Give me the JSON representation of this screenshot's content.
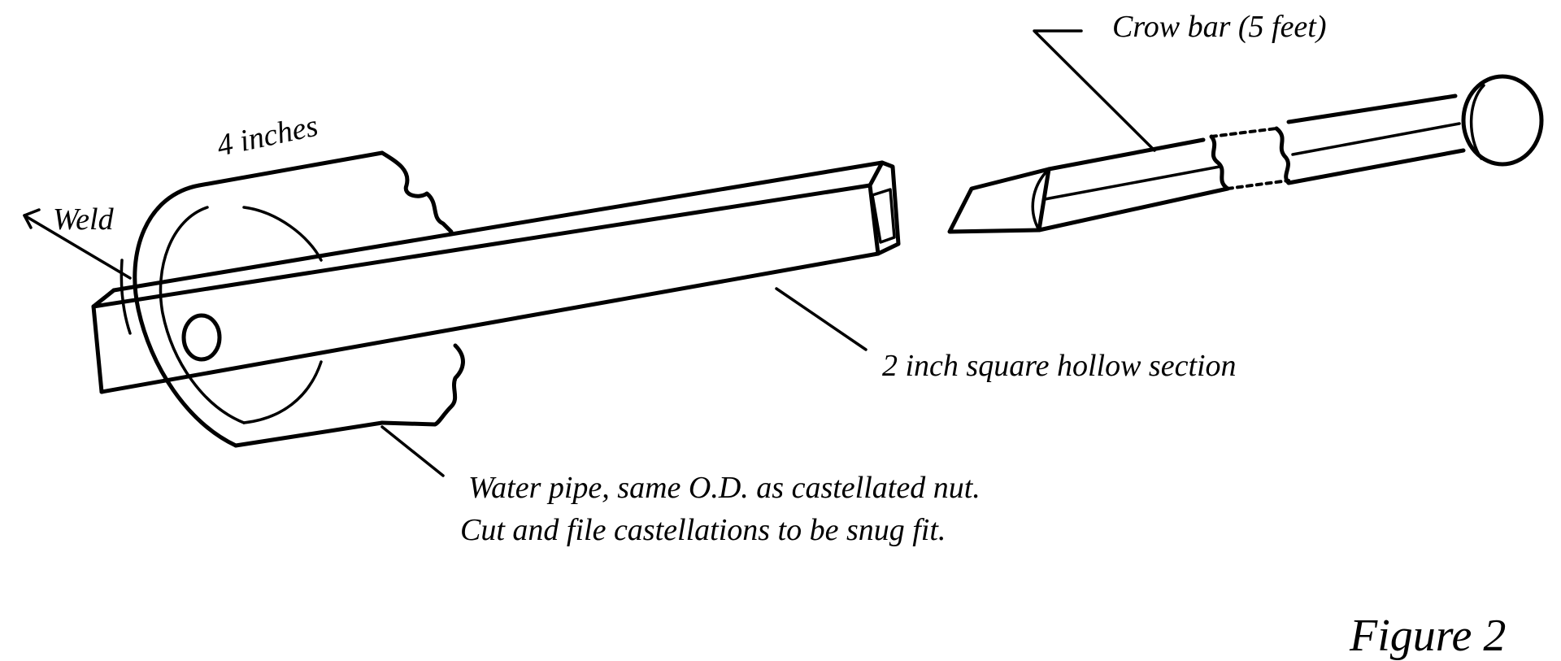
{
  "labels": {
    "crow_bar": "Crow bar (5 feet)",
    "length": "4 inches",
    "weld": "Weld",
    "square_section": "2 inch square hollow section",
    "pipe_line1": "Water pipe, same O.D. as castellated nut.",
    "pipe_line2": "Cut and file castellations to be snug fit.",
    "figure": "Figure 2"
  },
  "icons": {
    "pipe": "castellated-pipe-drawing",
    "bar": "square-hollow-section-drawing",
    "crowbar": "crowbar-drawing"
  },
  "colors": {
    "ink": "#000000",
    "paper": "#ffffff"
  }
}
